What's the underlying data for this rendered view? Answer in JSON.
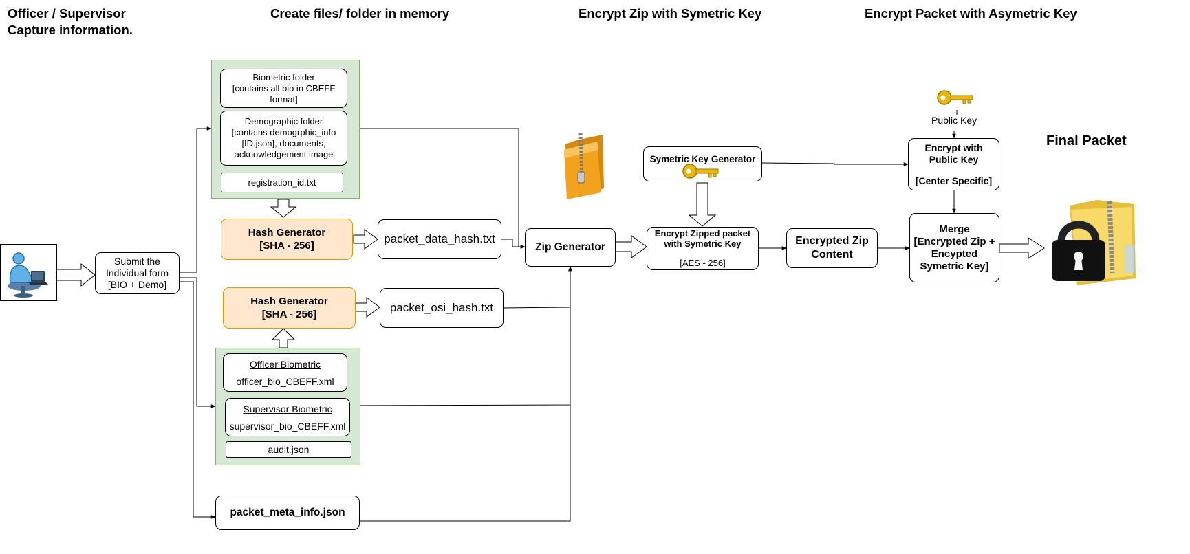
{
  "headers": {
    "col1_line1": "Officer / Supervisor",
    "col1_line2": "Capture information.",
    "col2": "Create files/ folder in memory",
    "col3": "Encrypt Zip with Symetric Key",
    "col4": "Encrypt Packet with Asymetric Key",
    "final": "Final Packet"
  },
  "nodes": {
    "submit": [
      "Submit the",
      "Individual form",
      "[BIO + Demo]"
    ],
    "biometric_folder": [
      "Biometric folder",
      "[contains all bio in CBEFF",
      "format]"
    ],
    "demographic_folder": [
      "Demographic folder",
      "[contains demogrphic_info",
      "[ID.json], documents,",
      "acknowledgement image"
    ],
    "registration_id": "registration_id.txt",
    "hash_generator_1": [
      "Hash Generator",
      "[SHA - 256]"
    ],
    "packet_data_hash": "packet_data_hash.txt",
    "hash_generator_2": [
      "Hash Generator",
      "[SHA - 256]"
    ],
    "packet_osi_hash": "packet_osi_hash.txt",
    "officer_bio": {
      "title": "Officer Biometric",
      "file": "officer_bio_CBEFF.xml"
    },
    "supervisor_bio": {
      "title": "Supervisor Biometric",
      "file": "supervisor_bio_CBEFF.xml"
    },
    "audit": "audit.json",
    "packet_meta": "packet_meta_info.json",
    "zip_generator": "Zip Generator",
    "sym_key_gen": "Symetric Key Generator",
    "encrypt_zip": {
      "line1": "Encrypt  Zipped packet",
      "line2": "with Symetric Key",
      "algo": "[AES - 256]"
    },
    "encrypted_zip": [
      "Encrypted Zip",
      "Content"
    ],
    "encrypt_public": [
      "Encrypt with",
      "Public Key",
      "",
      "[Center Specific]"
    ],
    "public_key_label": "Public Key",
    "merge": [
      "Merge",
      "[Encrypted Zip +",
      "Encypted",
      "Symetric Key]"
    ]
  },
  "icons": [
    "officer-at-computer-icon",
    "zip-folder-icon",
    "key-icon",
    "locked-zip-folder-icon"
  ],
  "colors": {
    "group_fill": "#d5e8d4",
    "group_border": "#82b366",
    "hash_fill": "#ffe6cc",
    "hash_border": "#d79b00",
    "key_gold": "#e8b810",
    "folder_orange": "#f2a21c"
  }
}
